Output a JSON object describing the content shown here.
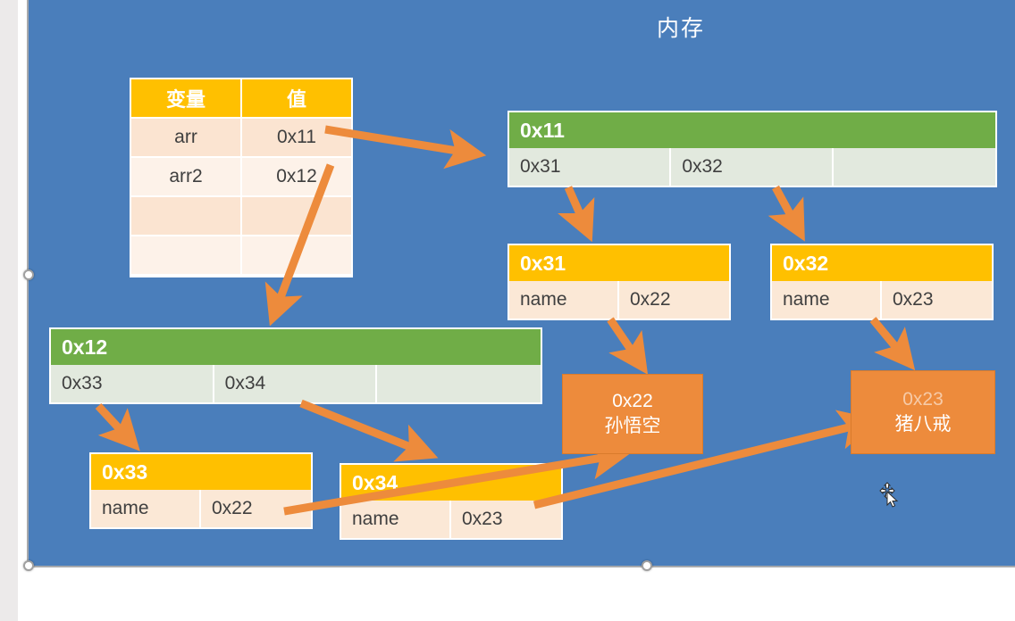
{
  "slide": {
    "title": "内存",
    "background_color": "#4a7ebb"
  },
  "palette": {
    "slide_bg": "#4a7ebb",
    "array_header": "#70ad47",
    "array_cell": "#e2e9de",
    "object_header": "#ffc000",
    "object_cell": "#fbe8d6",
    "table_header": "#ffc000",
    "table_row_odd": "#fbe4d1",
    "table_row_even": "#fdf2e9",
    "arrow": "#ed8b3c",
    "string_box": "#ed8b3c",
    "text_dark": "#3f3f3f",
    "text_light": "#ffffff"
  },
  "variable_table": {
    "headers": [
      "变量",
      "值"
    ],
    "rows": [
      {
        "name": "arr",
        "value": "0x11"
      },
      {
        "name": "arr2",
        "value": "0x12"
      },
      {
        "name": "",
        "value": ""
      },
      {
        "name": "",
        "value": ""
      }
    ]
  },
  "blocks": {
    "arr1": {
      "address": "0x11",
      "cells": [
        "0x31",
        "0x32",
        ""
      ]
    },
    "arr2": {
      "address": "0x12",
      "cells": [
        "0x33",
        "0x34",
        ""
      ]
    },
    "obj31": {
      "address": "0x31",
      "key": "name",
      "value": "0x22"
    },
    "obj32": {
      "address": "0x32",
      "key": "name",
      "value": "0x23"
    },
    "obj33": {
      "address": "0x33",
      "key": "name",
      "value": "0x22"
    },
    "obj34": {
      "address": "0x34",
      "key": "name",
      "value": "0x23"
    }
  },
  "strings": {
    "s22": {
      "address": "0x22",
      "text": "孙悟空"
    },
    "s23": {
      "address": "0x23",
      "text": "猪八戒"
    }
  },
  "cursor": {
    "icon": "move-cursor"
  }
}
